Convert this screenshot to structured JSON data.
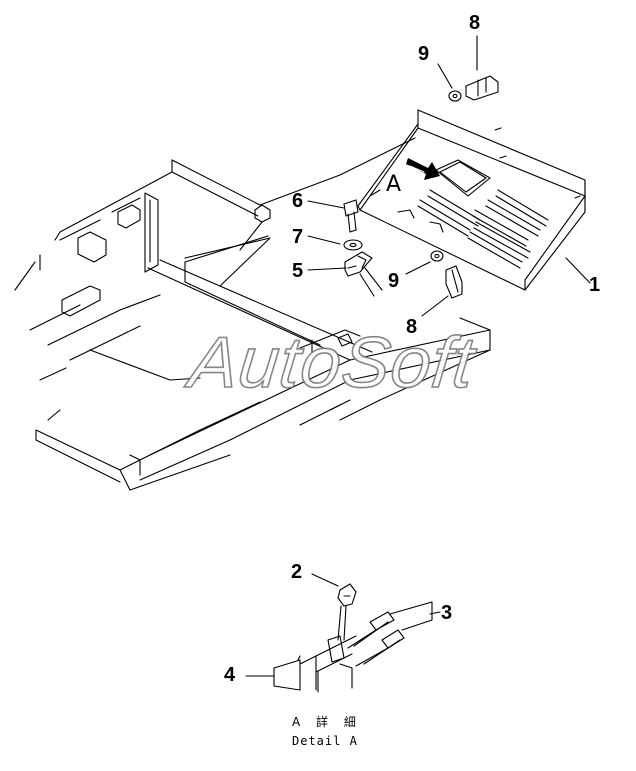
{
  "callouts": {
    "c1": "1",
    "c2": "2",
    "c3": "3",
    "c4": "4",
    "c5": "5",
    "c6": "6",
    "c7": "7",
    "c8_top": "8",
    "c8_bottom": "8",
    "c9_top": "9",
    "c9_mid": "9"
  },
  "view_marker": "A",
  "watermark": "AutoSoft",
  "detail_caption": {
    "japanese": "A 詳 細",
    "english": "Detail A"
  }
}
